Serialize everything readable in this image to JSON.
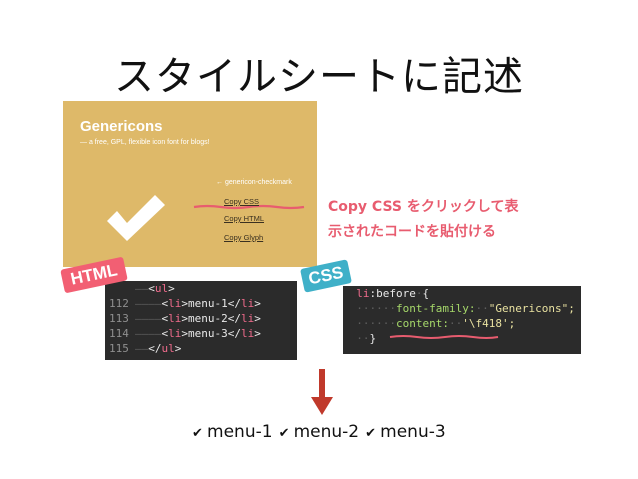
{
  "title": "スタイルシートに記述",
  "genericons": {
    "title": "Genericons",
    "tagline": "— a free, GPL, flexible icon font for blogs!",
    "back_link": "← genericon-checkmark",
    "copy_css": "Copy CSS",
    "copy_html": "Copy HTML",
    "copy_glyph": "Copy Glyph",
    "panel_color": "#deb969"
  },
  "note": {
    "line1": "Copy CSS をクリックして表",
    "line2": "示されたコードを貼付ける",
    "color": "#e85c6f"
  },
  "badges": {
    "html": "HTML",
    "css": "CSS"
  },
  "html_code": {
    "lines": [
      {
        "num": "",
        "indent": "——",
        "open": "<",
        "tag": "ul",
        "close": ">",
        "text": "",
        "end": ""
      },
      {
        "num": "112",
        "indent": "————",
        "open": "<",
        "tag": "li",
        "close": ">",
        "text": "menu-1",
        "end": "li"
      },
      {
        "num": "113",
        "indent": "————",
        "open": "<",
        "tag": "li",
        "close": ">",
        "text": "menu-2",
        "end": "li"
      },
      {
        "num": "114",
        "indent": "————",
        "open": "<",
        "tag": "li",
        "close": ">",
        "text": "menu-3",
        "end": "li"
      },
      {
        "num": "115",
        "indent": "——",
        "open": "</",
        "tag": "ul",
        "close": ">",
        "text": "",
        "end": ""
      }
    ]
  },
  "css_code": {
    "selector": "li",
    "pseudo": ":before",
    "brace_open": "{",
    "prop1": "font-family:",
    "val1": "\"Genericons\";",
    "prop2": "content:",
    "val2": "'\\f418';",
    "brace_close": "}"
  },
  "result": {
    "items": [
      "menu-1",
      "menu-2",
      "menu-3"
    ],
    "check": "✔"
  }
}
